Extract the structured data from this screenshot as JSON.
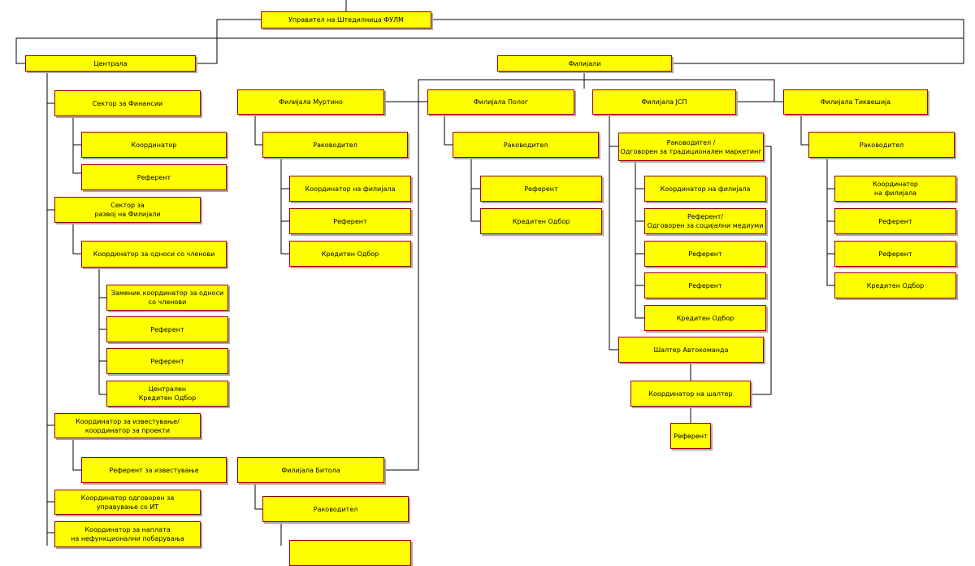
{
  "nodes": {
    "manager": "Управител на Штедилница ФУЛМ",
    "central": "Централа",
    "branches": "Филијали",
    "finance_sector": "Сектор за Финансии",
    "finance_coordinator": "Координатор",
    "finance_referent": "Референт",
    "branch_dev_sector": "Сектор за\nразвој на Филијали",
    "member_relations_coordinator": "Координатор за односи со членови",
    "deputy_member_coordinator": "Заменик координатор за односи\nсо членови",
    "member_referent_1": "Референт",
    "member_referent_2": "Референт",
    "central_credit_board": "Централен\nКредитен Одбор",
    "reporting_coordinator": "Координатор за известување/\nкоординатор за проекти",
    "reporting_referent": "Референт за известување",
    "it_coordinator": "Координатор одговорен за\nуправување со ИТ",
    "collection_coordinator": "Координатор за наплата\nна нефункционални побарувања",
    "murtino_branch": "Филијала Муртино",
    "murtino_manager": "Раководител",
    "murtino_coordinator": "Координатор на филијала",
    "murtino_referent": "Референт",
    "murtino_credit_board": "Кредитен Одбор",
    "polog_branch": "Филијала Полог",
    "polog_manager": "Раководител",
    "polog_referent": "Референт",
    "polog_credit_board": "Кредитен Одбор",
    "jsp_branch": "Филијала ЈСП",
    "jsp_manager": "Раководител /\nОдговорен за традиционален маркетинг",
    "jsp_coordinator": "Координатор на филијала",
    "jsp_social_referent": "Референт/\nОдговорен за социјални медиуми",
    "jsp_referent_1": "Референт",
    "jsp_referent_2": "Референт",
    "jsp_credit_board": "Кредитен Одбор",
    "autokomanda_counter": "Шалтер Автокоманда",
    "counter_coordinator": "Координатор на шалтер",
    "counter_referent": "Референт",
    "tikves_branch": "Филијала Тиквешија",
    "tikves_manager": "Раководител",
    "tikves_coordinator": "Координатор\nна филијала",
    "tikves_referent_1": "Референт",
    "tikves_referent_2": "Референт",
    "tikves_credit_board": "Кредитен Одбор",
    "bitola_branch": "Филијала Битола",
    "bitola_manager": "Раководител",
    "bitola_child": ""
  },
  "colors": {
    "box_fill": "#ffff00",
    "box_border": "#990000",
    "line": "#000000",
    "shadow": "#a8a8a8"
  }
}
